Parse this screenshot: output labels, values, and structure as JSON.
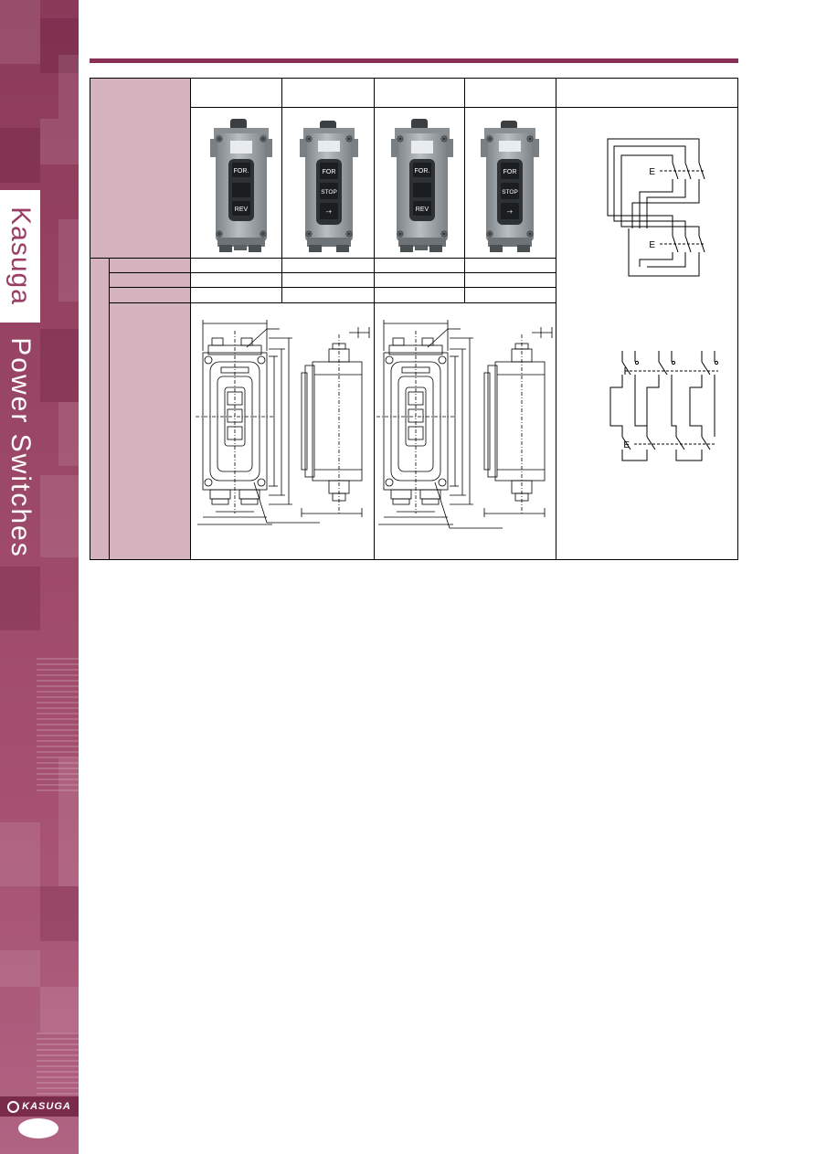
{
  "sidebar": {
    "brand": "Kasuga",
    "section": "Power Switches",
    "logo": "KASUGA",
    "page_number": ""
  },
  "product_images": [
    {
      "name": "2-button enclosure",
      "buttons": [
        "FOR.",
        "",
        "REV"
      ]
    },
    {
      "name": "3-button enclosure",
      "buttons": [
        "FOR",
        "STOP",
        "-+"
      ]
    },
    {
      "name": "2-button enclosure",
      "buttons": [
        "FOR.",
        "",
        "REV"
      ]
    },
    {
      "name": "3-button enclosure",
      "buttons": [
        "FOR",
        "STOP",
        "-+"
      ]
    }
  ],
  "diagram_labels": {
    "earth": "E"
  },
  "colors": {
    "accent": "#8a2f55",
    "header_fill": "#d4b3bf",
    "sidebar": "#9b4766"
  }
}
